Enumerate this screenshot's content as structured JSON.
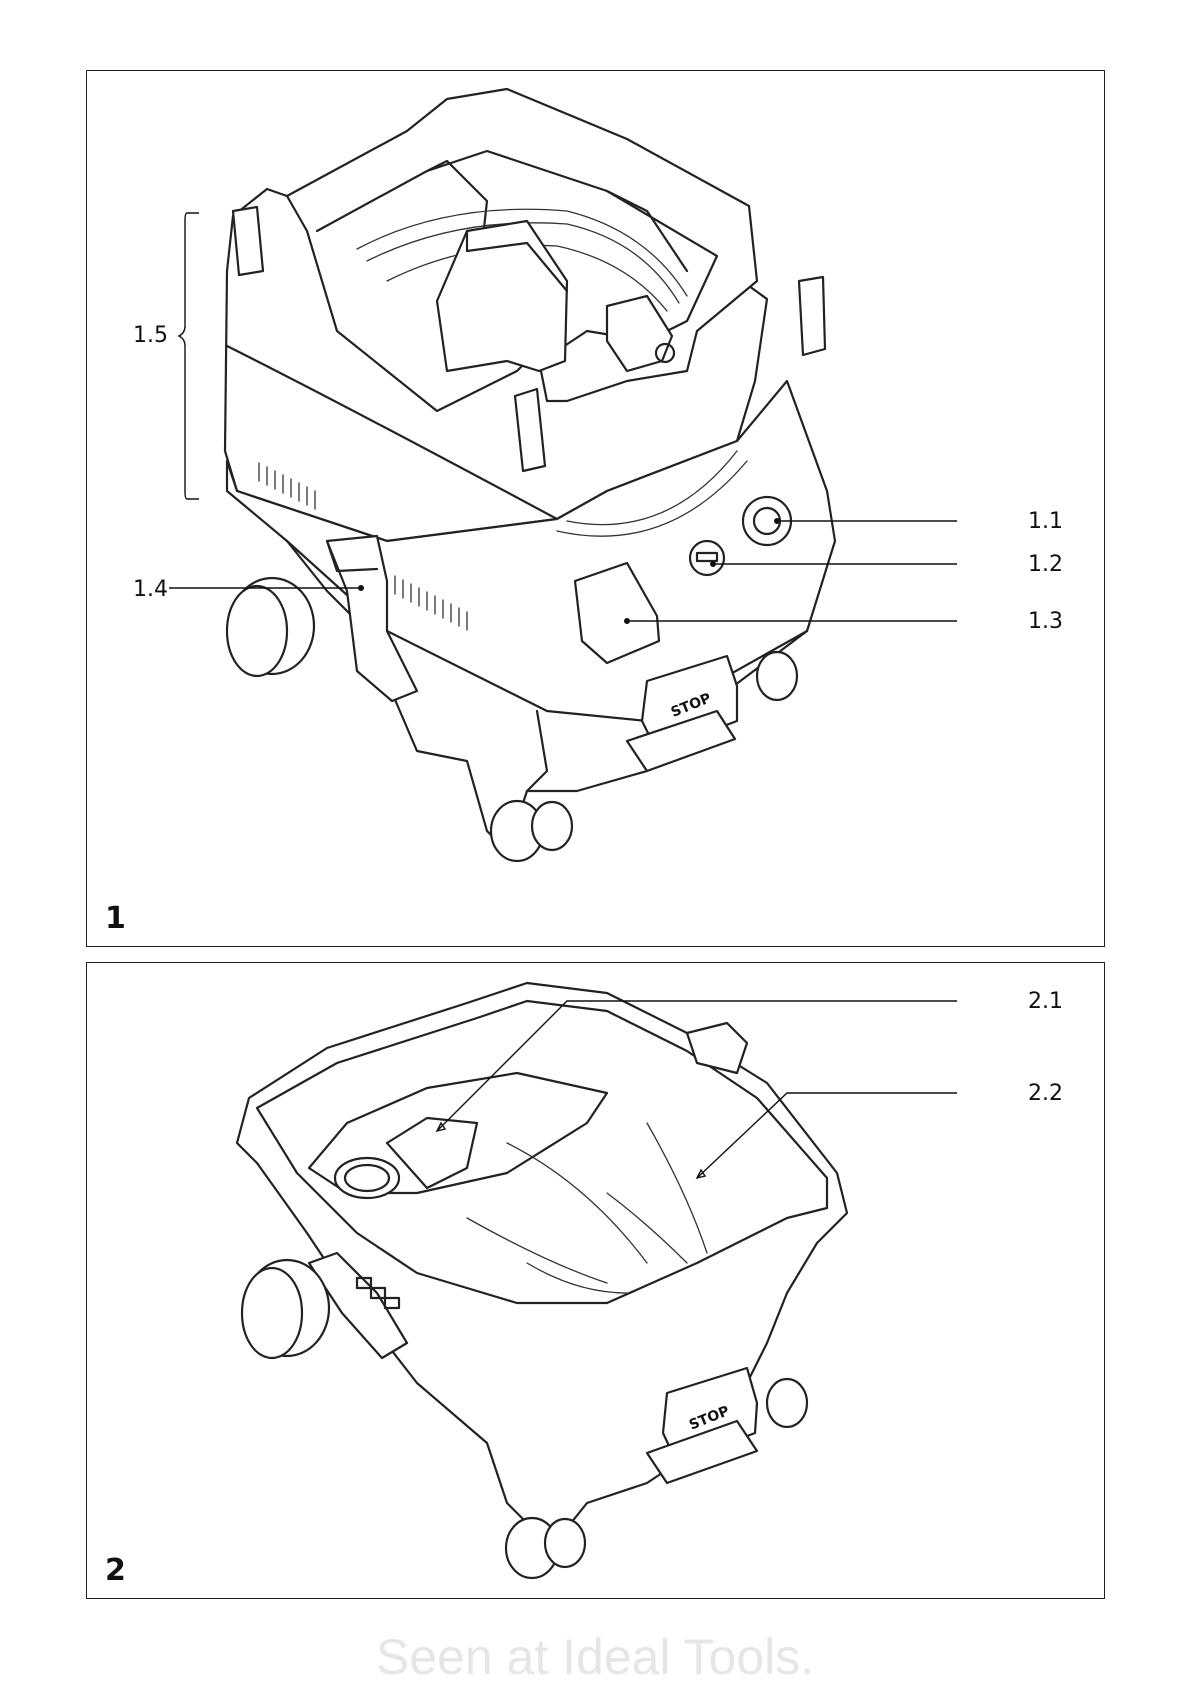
{
  "figures": [
    {
      "number": "1",
      "callouts": [
        "1.1",
        "1.2",
        "1.3",
        "1.4",
        "1.5"
      ],
      "stop_label": "STOP"
    },
    {
      "number": "2",
      "callouts": [
        "2.1",
        "2.2"
      ],
      "stop_label": "STOP"
    }
  ],
  "watermark": "Seen at Ideal Tools."
}
